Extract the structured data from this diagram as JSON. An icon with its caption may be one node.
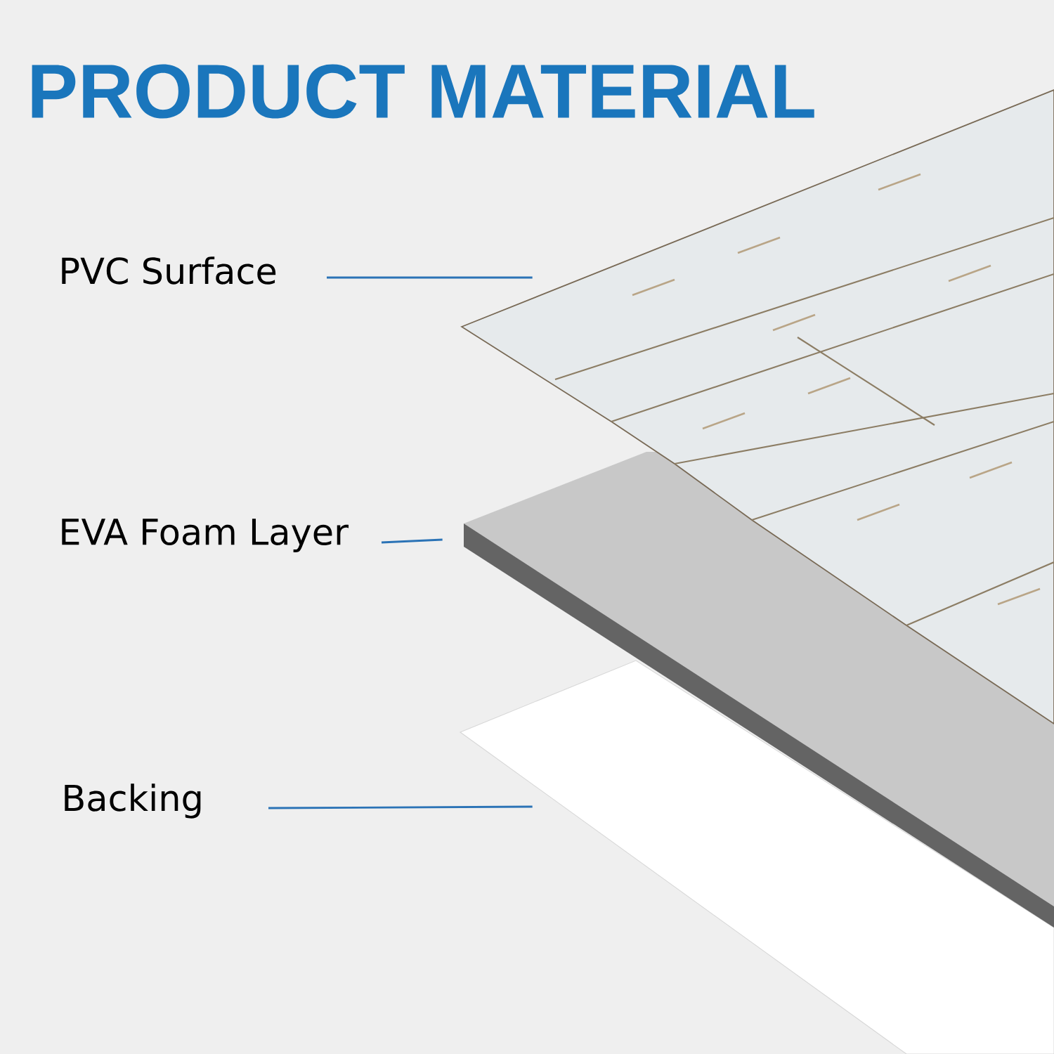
{
  "diagram": {
    "title": "PRODUCT MATERIAL",
    "nodes": [
      {
        "text": [
          "PVC Surface"
        ]
      },
      {
        "text": [
          "EVA Foam Layer"
        ]
      },
      {
        "text": [
          "Backing"
        ]
      },
      {
        "text": [],
        "shape": "picture"
      },
      {
        "text": [],
        "shape": "box"
      },
      {
        "text": [],
        "shape": "box"
      }
    ],
    "edges": [
      {
        "from": 0,
        "to": 3,
        "arrow": "none"
      },
      {
        "from": 1,
        "to": 4,
        "arrow": "none"
      },
      {
        "from": 2,
        "to": 5,
        "arrow": "none"
      }
    ]
  }
}
